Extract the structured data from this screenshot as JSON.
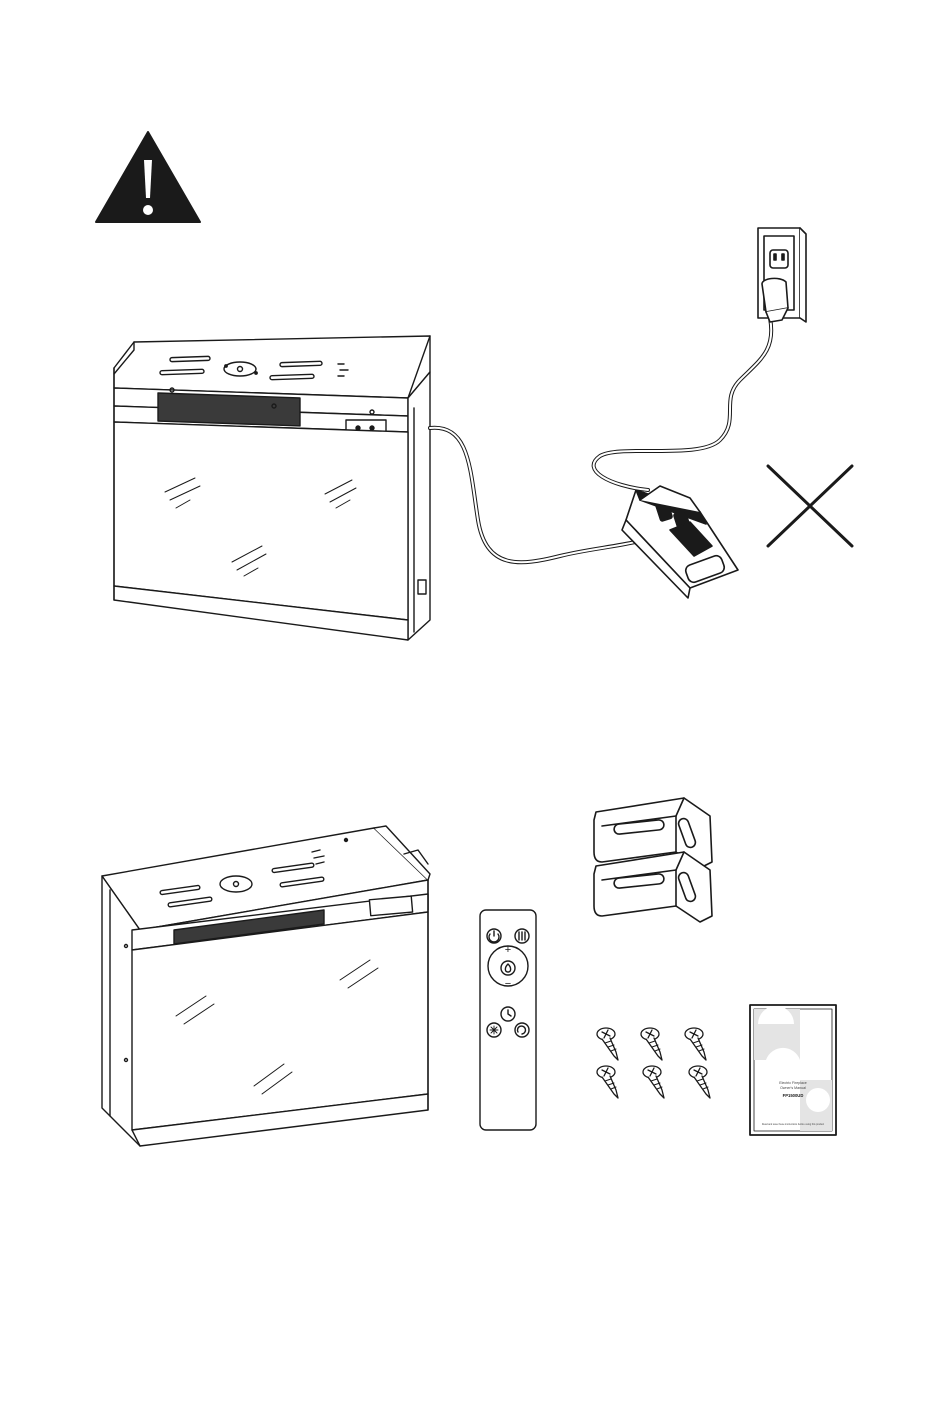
{
  "warning": {
    "icon": "warning-triangle-icon"
  },
  "prohibited": {
    "icon": "cross-mark-icon"
  },
  "remote": {
    "plus": "+",
    "minus": "−"
  },
  "manual": {
    "line1": "Electric Fireplace",
    "line2": "Owner's Manual",
    "model": "FP1500UD",
    "footer": "Read and save these instructions before using this product"
  },
  "colors": {
    "line": "#1a1a1a",
    "fill": "#ffffff",
    "dark": "#1a1a1a"
  }
}
